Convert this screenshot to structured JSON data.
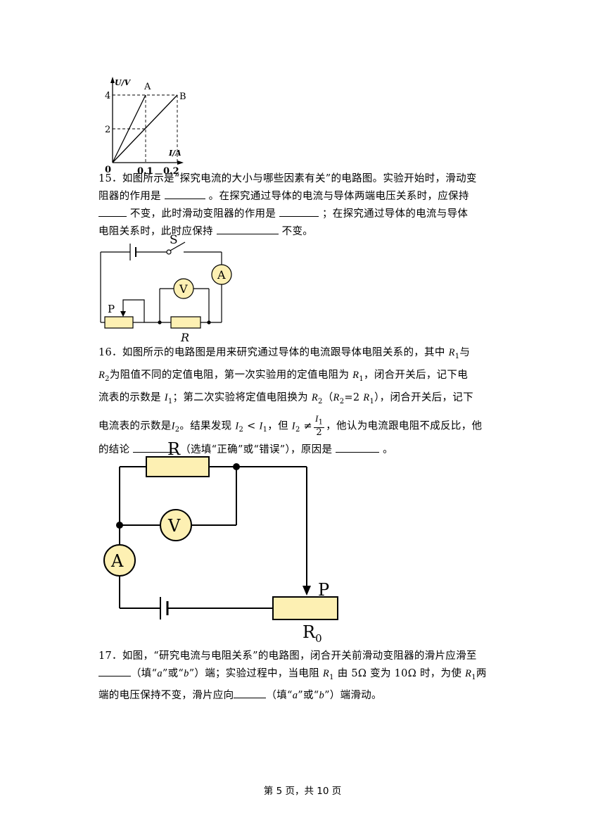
{
  "graph": {
    "y_axis_label": "U/V",
    "x_axis_label": "I/A",
    "origin_label": "0",
    "y_ticks": [
      "4",
      "2"
    ],
    "x_ticks": [
      "0.1",
      "0.2"
    ],
    "line_a_label": "A",
    "line_b_label": "B"
  },
  "chart_data": {
    "type": "line",
    "xlabel": "I/A",
    "ylabel": "U/V",
    "series": [
      {
        "name": "A",
        "x": [
          0,
          0.1
        ],
        "y": [
          0,
          4
        ]
      },
      {
        "name": "B",
        "x": [
          0,
          0.2
        ],
        "y": [
          0,
          4
        ]
      }
    ]
  },
  "q15": {
    "line1": "15．如图所示是“探究电流的大小与哪些因素有关”的电路图。实验开始时，滑动变",
    "line2a": "阻器的作用是",
    "line2b": "。在探究通过导体的电流与导体两端电压关系时，应保持",
    "line3a": "不变，此时滑动变阻器的作用是",
    "line3b": "；在探究通过导体的电流与导体",
    "line4a": "电阻关系时，此时应保持",
    "line4b": "不变。"
  },
  "circuit1": {
    "switch_label": "S",
    "ammeter_label": "A",
    "voltmeter_label": "V",
    "slider_label": "P",
    "resistor_label": "R"
  },
  "q16": {
    "l1a": "16．如图所示的电路图是用来研究通过导体的电流跟导体电阻关系的，其中",
    "l1b": "与",
    "l2a": "为阻值不同的定值电阻，第一次实验用的定值电阻为",
    "l2b": "，闭合开关后，记下电",
    "l3a": "流表的示数是",
    "l3b": "；第二次实验将定值电阻换为",
    "l3c": "（",
    "l3d": "=2",
    "l3e": "），闭合开关后，记下",
    "l4a": "电流表的示数是",
    "l4b": "。结果发现",
    "l4c": "，但",
    "l4d": "，他认为电流跟电阻不成反比，他",
    "l5a": "的结论",
    "l5b": "（选填“正确”或“错误”），原因是",
    "l5c": "。",
    "R": "R",
    "I": "I",
    "sub1": "1",
    "sub2": "2",
    "lt": "<",
    "ne": "≠",
    "den": "2"
  },
  "circuit2": {
    "resistor_label": "R",
    "voltmeter_label": "V",
    "ammeter_label": "A",
    "slider_label": "P",
    "rheostat_label": "R",
    "rheostat_sub": "0"
  },
  "q17": {
    "l1": "17．如图，“研究电流与电阻关系”的电路图，闭合开关前滑动变阻器的滑片应滑至",
    "l2a": "（填“",
    "a": "a",
    "b": "b",
    "or": "”或“",
    "l2b": "”）端；实验过程中，当电阻",
    "R": "R",
    "sub1": "1",
    "l2c": "由 5Ω 变为 10Ω 时，为使",
    "l2d": "两",
    "l3a": "端的电压保持不变，滑片应向",
    "l3b": "（填“",
    "l3c": "”）端滑动。"
  },
  "footer": "第 5 页，共 10 页"
}
